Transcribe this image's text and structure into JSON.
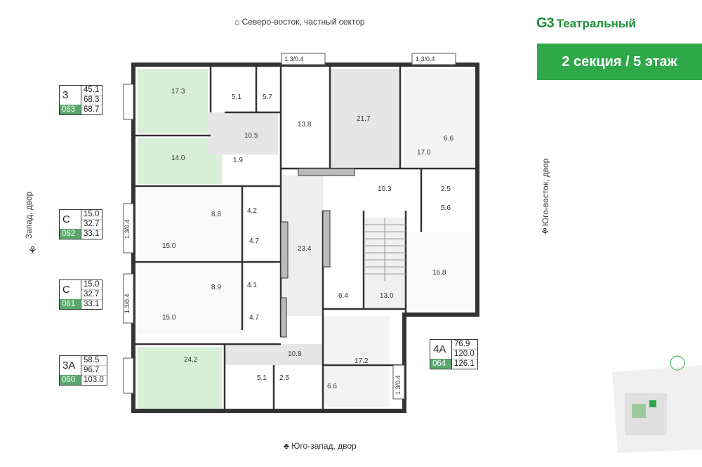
{
  "brand": {
    "logo": "G3",
    "name": "Театральный"
  },
  "banner": "2 секция / 5 этаж",
  "directions": {
    "north": "Северо-восток, частный сектор",
    "south": "Юго-запад, двор",
    "west": "Запад, двор",
    "east": "Юго-восток, двор"
  },
  "apartments": [
    {
      "type": "3",
      "number": "063",
      "areas": [
        "45.1",
        "68.3",
        "68.7"
      ]
    },
    {
      "type": "С",
      "number": "062",
      "areas": [
        "15.0",
        "32.7",
        "33.1"
      ]
    },
    {
      "type": "С",
      "number": "061",
      "areas": [
        "15.0",
        "32.7",
        "33.1"
      ]
    },
    {
      "type": "3А",
      "number": "060",
      "areas": [
        "58.5",
        "96.7",
        "103.0"
      ]
    },
    {
      "type": "4А",
      "number": "064",
      "areas": [
        "76.9",
        "120.0",
        "126.1"
      ]
    }
  ],
  "balconies": [
    "1.3/0.4",
    "1.3/0.4",
    "1.3/0.4",
    "1.3/0.4",
    "1.3/0.4"
  ],
  "rooms": [
    "17.3",
    "5.1",
    "5.7",
    "13.8",
    "21.7",
    "17.0",
    "6.6",
    "10.5",
    "14.0",
    "1.9",
    "10.3",
    "2.5",
    "5.6",
    "8.8",
    "4.2",
    "15.0",
    "4.7",
    "23.4",
    "16.8",
    "8.9",
    "4.1",
    "6.4",
    "13.0",
    "15.0",
    "4.7",
    "10.8",
    "17.2",
    "24.2",
    "5.1",
    "2.5",
    "6.6"
  ],
  "colors": {
    "accent": "#2fa84a",
    "wall": "#333333",
    "room_green": "#d8efd8",
    "corridor": "#e6e6e6"
  }
}
